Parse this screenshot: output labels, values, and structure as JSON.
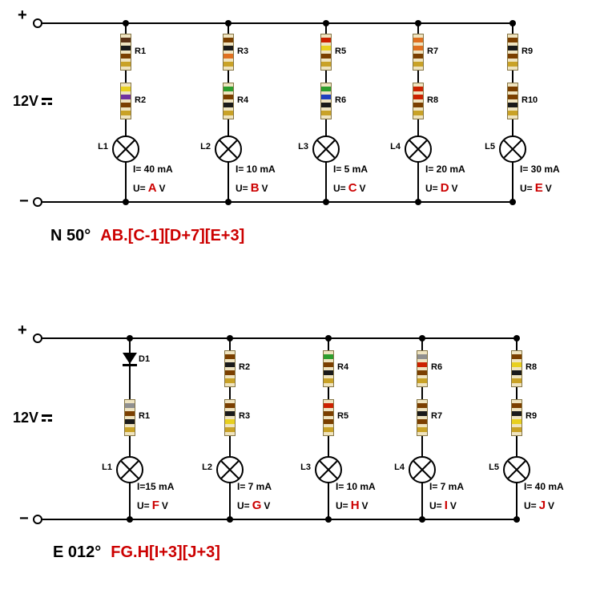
{
  "colors": {
    "wire": "#000000",
    "accent_red": "#CC0000",
    "resistor_body": "#EFE4C0"
  },
  "circuit1": {
    "plus_sign": "+",
    "minus_sign": "−",
    "source_voltage": "12V",
    "caption_black": "N 50°",
    "caption_red": "AB.[C-1][D+7][E+3]",
    "branches": [
      {
        "lamp_label": "L1",
        "current_label": "I= 40 mA",
        "u_prefix": "U=",
        "u_letter": "A",
        "u_unit": "V",
        "r_top": {
          "label": "R1",
          "bands": [
            "#5C3317",
            "#1A1A1A",
            "#7B3F00",
            "#C9A227"
          ]
        },
        "r_bottom": {
          "label": "R2",
          "bands": [
            "#E8D020",
            "#7030A0",
            "#7B3F00",
            "#C9A227"
          ]
        }
      },
      {
        "lamp_label": "L2",
        "current_label": "I= 10 mA",
        "u_prefix": "U=",
        "u_letter": "B",
        "u_unit": "V",
        "r_top": {
          "label": "R3",
          "bands": [
            "#7B3F00",
            "#1A1A1A",
            "#E07020",
            "#C9A227"
          ]
        },
        "r_bottom": {
          "label": "R4",
          "bands": [
            "#2E9E2E",
            "#7B3F00",
            "#1A1A1A",
            "#C9A227"
          ]
        }
      },
      {
        "lamp_label": "L3",
        "current_label": "I= 5 mA",
        "u_prefix": "U=",
        "u_letter": "C",
        "u_unit": "V",
        "r_top": {
          "label": "R5",
          "bands": [
            "#CC2200",
            "#E8D020",
            "#7B3F00",
            "#C9A227"
          ]
        },
        "r_bottom": {
          "label": "R6",
          "bands": [
            "#2E9E2E",
            "#2040C0",
            "#1A1A1A",
            "#C9A227"
          ]
        }
      },
      {
        "lamp_label": "L4",
        "current_label": "I= 20 mA",
        "u_prefix": "U=",
        "u_letter": "D",
        "u_unit": "V",
        "r_top": {
          "label": "R7",
          "bands": [
            "#E07020",
            "#E07020",
            "#7B3F00",
            "#C9A227"
          ]
        },
        "r_bottom": {
          "label": "R8",
          "bands": [
            "#CC2200",
            "#CC2200",
            "#7B3F00",
            "#C9A227"
          ]
        }
      },
      {
        "lamp_label": "L5",
        "current_label": "I= 30 mA",
        "u_prefix": "U=",
        "u_letter": "E",
        "u_unit": "V",
        "r_top": {
          "label": "R9",
          "bands": [
            "#7B3F00",
            "#1A1A1A",
            "#7B3F00",
            "#C9A227"
          ]
        },
        "r_bottom": {
          "label": "R10",
          "bands": [
            "#7B3F00",
            "#7B3F00",
            "#1A1A1A",
            "#C9A227"
          ]
        }
      }
    ]
  },
  "circuit2": {
    "plus_sign": "+",
    "minus_sign": "−",
    "source_voltage": "12V",
    "caption_black": "E 012°",
    "caption_red": "FG.H[I+3][J+3]",
    "branches": [
      {
        "lamp_label": "L1",
        "current_label": "I=15 mA",
        "u_prefix": "U=",
        "u_letter": "F",
        "u_unit": "V",
        "diode_label": "D1",
        "r_bottom": {
          "label": "R1",
          "bands": [
            "#909090",
            "#7B3F00",
            "#1A1A1A",
            "#C9A227"
          ]
        }
      },
      {
        "lamp_label": "L2",
        "current_label": "I= 7 mA",
        "u_prefix": "U=",
        "u_letter": "G",
        "u_unit": "V",
        "r_top": {
          "label": "R2",
          "bands": [
            "#7B3F00",
            "#1A1A1A",
            "#7B3F00",
            "#C9A227"
          ]
        },
        "r_bottom": {
          "label": "R3",
          "bands": [
            "#7B3F00",
            "#1A1A1A",
            "#E8D020",
            "#C9A227"
          ]
        }
      },
      {
        "lamp_label": "L3",
        "current_label": "I= 10 mA",
        "u_prefix": "U=",
        "u_letter": "H",
        "u_unit": "V",
        "r_top": {
          "label": "R4",
          "bands": [
            "#2E9E2E",
            "#7B3F00",
            "#1A1A1A",
            "#C9A227"
          ]
        },
        "r_bottom": {
          "label": "R5",
          "bands": [
            "#CC2200",
            "#7B3F00",
            "#7B3F00",
            "#C9A227"
          ]
        }
      },
      {
        "lamp_label": "L4",
        "current_label": "I= 7 mA",
        "u_prefix": "U=",
        "u_letter": "I",
        "u_unit": "V",
        "r_top": {
          "label": "R6",
          "bands": [
            "#909090",
            "#CC2200",
            "#7B3F00",
            "#C9A227"
          ]
        },
        "r_bottom": {
          "label": "R7",
          "bands": [
            "#7B3F00",
            "#1A1A1A",
            "#7B3F00",
            "#C9A227"
          ]
        }
      },
      {
        "lamp_label": "L5",
        "current_label": "I= 40 mA",
        "u_prefix": "U=",
        "u_letter": "J",
        "u_unit": "V",
        "r_top": {
          "label": "R8",
          "bands": [
            "#7B3F00",
            "#E8D020",
            "#1A1A1A",
            "#C9A227"
          ]
        },
        "r_bottom": {
          "label": "R9",
          "bands": [
            "#7B3F00",
            "#1A1A1A",
            "#E8D020",
            "#C9A227"
          ]
        }
      }
    ]
  }
}
